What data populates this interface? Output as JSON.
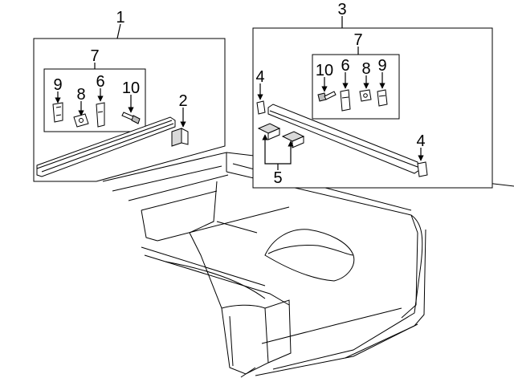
{
  "diagram": {
    "callouts": {
      "c1": "1",
      "c2": "2",
      "c3": "3",
      "c4a": "4",
      "c4b": "4",
      "c5": "5",
      "c6a": "6",
      "c6b": "6",
      "c7a": "7",
      "c7b": "7",
      "c8a": "8",
      "c8b": "8",
      "c9a": "9",
      "c9b": "9",
      "c10a": "10",
      "c10b": "10"
    }
  }
}
